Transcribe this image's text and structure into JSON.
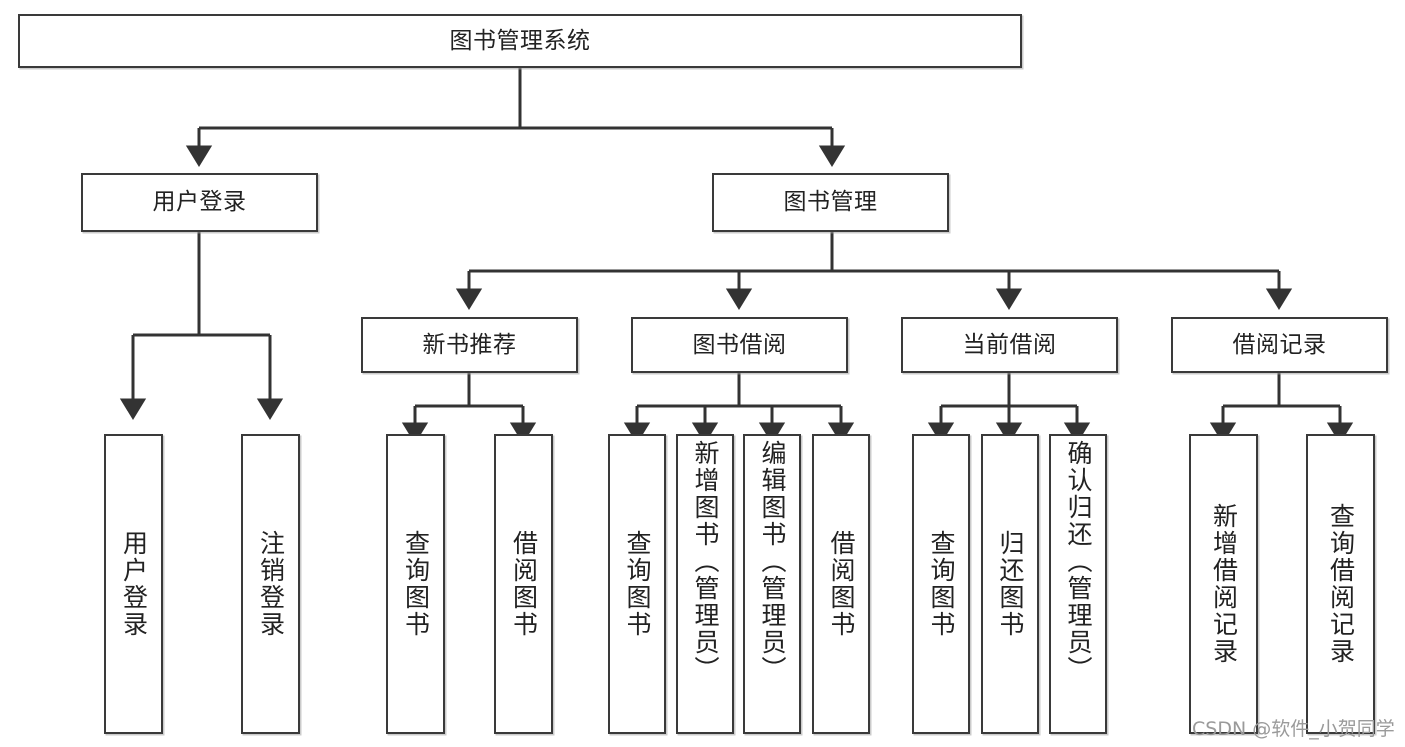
{
  "diagram": {
    "title": "图书管理系统",
    "watermark": "CSDN @软件_小贺同学",
    "colors": {
      "box_border": "#3a3a3a",
      "connector": "#333333",
      "text": "#222222",
      "background": "#ffffff",
      "watermark": "#9a9a9a"
    },
    "root": {
      "label": "图书管理系统"
    },
    "level2": [
      {
        "label": "用户登录"
      },
      {
        "label": "图书管理"
      }
    ],
    "level3": [
      {
        "label": "新书推荐"
      },
      {
        "label": "图书借阅"
      },
      {
        "label": "当前借阅"
      },
      {
        "label": "借阅记录"
      }
    ],
    "leaves": {
      "user_login": [
        {
          "label": "用户登录"
        },
        {
          "label": "注销登录"
        }
      ],
      "new_book_recommend": [
        {
          "label": "查询图书"
        },
        {
          "label": "借阅图书"
        }
      ],
      "book_borrow": [
        {
          "label": "查询图书"
        },
        {
          "label": "新增图书（管理员）"
        },
        {
          "label": "编辑图书（管理员）"
        },
        {
          "label": "借阅图书"
        }
      ],
      "current_borrow": [
        {
          "label": "查询图书"
        },
        {
          "label": "归还图书"
        },
        {
          "label": "确认归还（管理员）"
        }
      ],
      "borrow_record": [
        {
          "label": "新增借阅记录"
        },
        {
          "label": "查询借阅记录"
        }
      ]
    }
  }
}
